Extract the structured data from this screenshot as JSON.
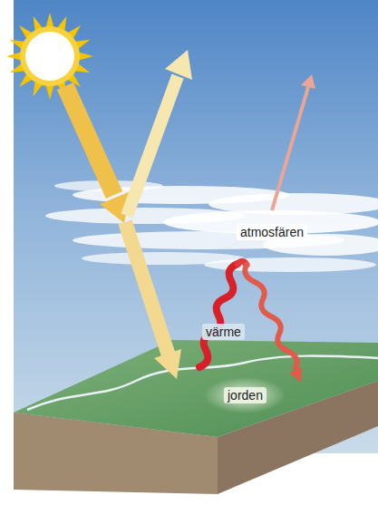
{
  "diagram": {
    "labels": [
      "atmosfären",
      "värme",
      "jorden"
    ]
  }
}
